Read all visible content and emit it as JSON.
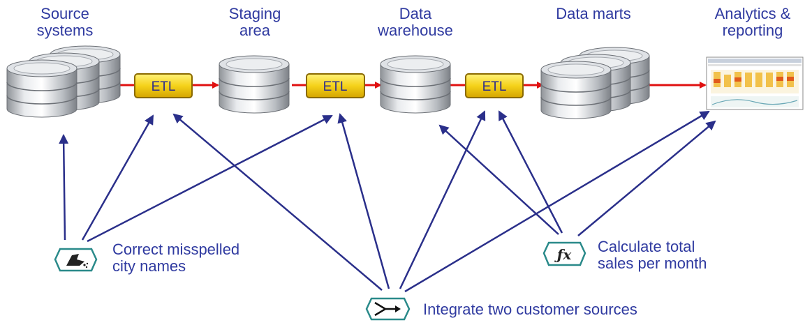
{
  "stages": [
    {
      "label": "Source\nsystems"
    },
    {
      "label": "Staging\narea"
    },
    {
      "label": "Data\nwarehouse"
    },
    {
      "label": "Data marts"
    },
    {
      "label": "Analytics &\nreporting"
    }
  ],
  "etl_label": "ETL",
  "notes": {
    "correct": "Correct misspelled\ncity names",
    "calculate": "Calculate total\nsales per month",
    "integrate": "Integrate two customer sources"
  },
  "icons": {
    "correct": "cleanse-icon",
    "calculate": "function-fx-icon",
    "integrate": "merge-icon"
  },
  "colors": {
    "label_text": "#2f3aa0",
    "flow_arrow": "#e01010",
    "link_arrow": "#2a2f8a",
    "etl_fill": "#f5d21a",
    "icon_outline": "#2a8a8a"
  }
}
